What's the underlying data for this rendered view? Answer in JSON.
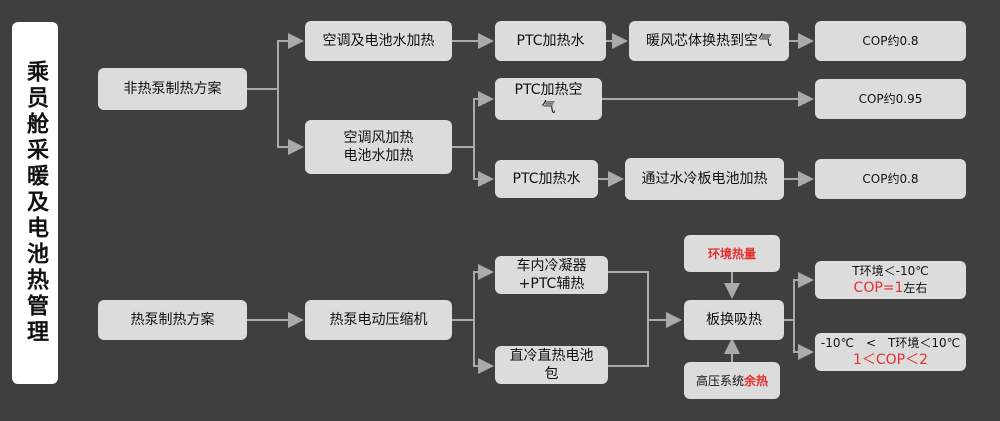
{
  "title": "乘员舱采暖及电池热管理",
  "nodes": {
    "non_hp": "非热泵制热方案",
    "ac_battery_water": "空调及电池水加热",
    "ac_wind_battery_water_1": "空调风加热",
    "ac_wind_battery_water_2": "电池水加热",
    "ptc_water_top": "PTC加热水",
    "heater_core": "暖风芯体换热到空气",
    "cop_1": "COP约0.8",
    "ptc_air_1": "PTC加热空",
    "ptc_air_2": "气",
    "cop_2": "COP约0.95",
    "ptc_water_bottom": "PTC加热水",
    "cold_plate": "通过水冷板电池加热",
    "cop_3": "COP约0.8",
    "hp": "热泵制热方案",
    "compressor": "热泵电动压缩机",
    "condenser_1": "车内冷凝器",
    "condenser_2": "+PTC辅热",
    "direct_1": "直冷直热电池",
    "direct_2": "包",
    "env_heat": "环境热量",
    "plate_hx": "板换吸热",
    "waste_prefix": "高压系统",
    "waste_red": "余热",
    "cond_low_1": "T环境＜-10℃",
    "cond_low_2a": "COP=1",
    "cond_low_2b": "左右",
    "cond_mid_1": "-10℃　<　T环境＜10℃",
    "cond_mid_2": "1＜COP＜2"
  },
  "colors": {
    "background": "#3f3f3f",
    "box": "#dcdcdc",
    "line": "#aaaaaa",
    "highlight": "#e53030"
  }
}
